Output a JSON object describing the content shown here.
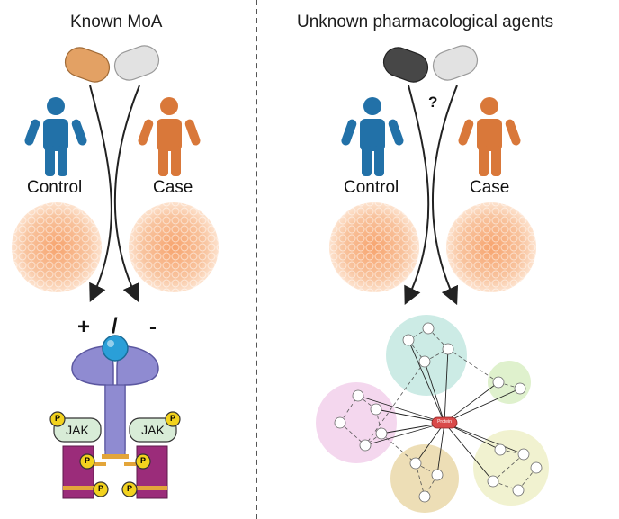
{
  "left_panel": {
    "title": "Known MoA",
    "control_label": "Control",
    "case_label": "Case",
    "plus_sign": "+",
    "slash_sign": "/",
    "minus_sign": "-",
    "jak_left_label": "JAK",
    "jak_right_label": "JAK",
    "phospho_label": "P"
  },
  "right_panel": {
    "title": "Unknown pharmacological agents",
    "control_label": "Control",
    "case_label": "Case",
    "question_mark": "?",
    "protein_hub_label": "Protein"
  },
  "colors": {
    "control_person": "#2271a8",
    "case_person": "#d9783a",
    "capsule_orange": "#e3a164",
    "capsule_gray": "#d4d4d4",
    "capsule_dark": "#474747",
    "cell_cluster": "#f4b88c",
    "receptor": "#8f8bd1",
    "ligand": "#2a9fd8",
    "jak": "#d8ecd7",
    "phospho": "#f2d21e",
    "stat": "#9b2c7a",
    "hub": "#d94a4a",
    "cluster_teal": "#bfe6df",
    "cluster_green": "#d9efc4",
    "cluster_pink": "#f1cdea",
    "cluster_tan": "#e8d6a4",
    "cluster_yellow": "#eef0c8"
  }
}
